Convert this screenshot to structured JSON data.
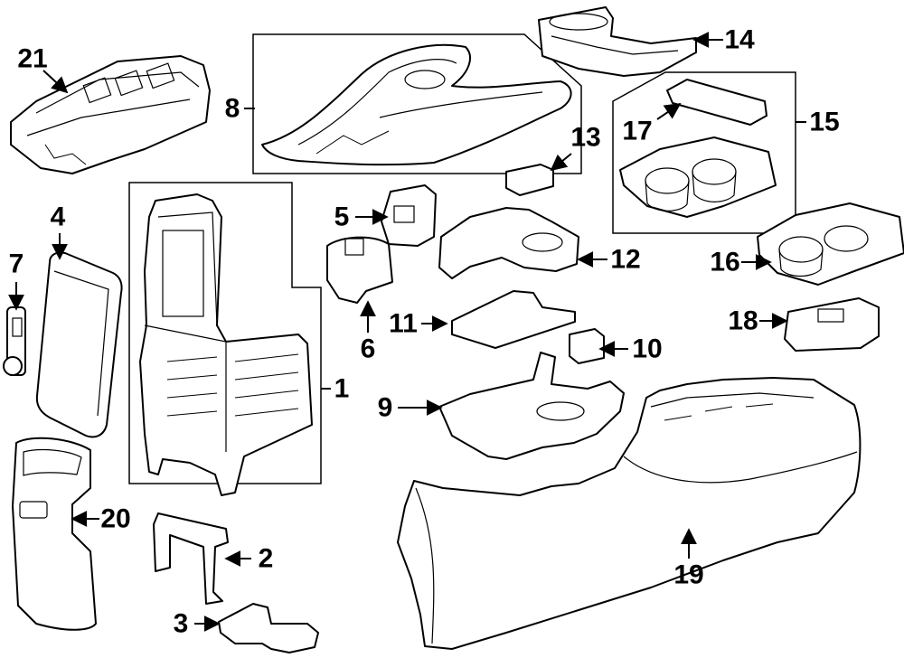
{
  "callouts": {
    "c1": "1",
    "c2": "2",
    "c3": "3",
    "c4": "4",
    "c5": "5",
    "c6": "6",
    "c7": "7",
    "c8": "8",
    "c9": "9",
    "c10": "10",
    "c11": "11",
    "c12": "12",
    "c13": "13",
    "c14": "14",
    "c15": "15",
    "c16": "16",
    "c17": "17",
    "c18": "18",
    "c19": "19",
    "c20": "20",
    "c21": "21"
  },
  "colors": {
    "line": "#000000",
    "background": "#ffffff"
  }
}
